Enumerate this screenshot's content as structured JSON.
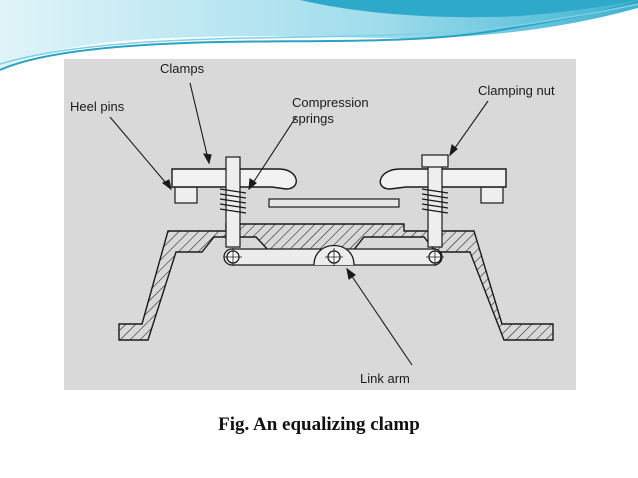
{
  "slide": {
    "caption": "Fig.  An equalizing clamp",
    "theme_colors": {
      "banner_light": "#bfe8f2",
      "banner_mid": "#6ccbe0",
      "banner_dark": "#2aa6c6",
      "panel": "#d9d9d9",
      "ink": "#1a1a1a"
    }
  },
  "diagram": {
    "labels": {
      "clamps": "Clamps",
      "heel_pins": "Heel pins",
      "compression_springs_1": "Compression",
      "compression_springs_2": "springs",
      "clamping_nut": "Clamping nut",
      "link_arm": "Link arm"
    }
  }
}
